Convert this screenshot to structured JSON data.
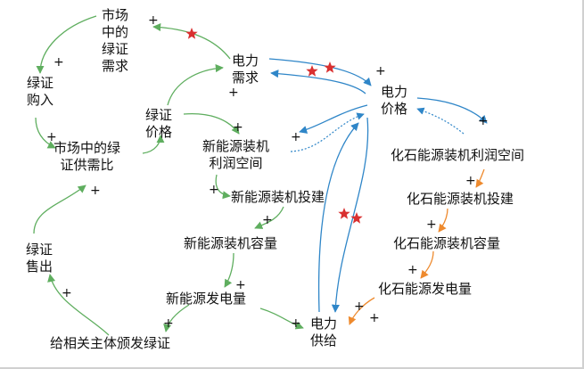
{
  "diagram": {
    "nodes": {
      "market_green_cert_demand": [
        "市场",
        "中的",
        "绿证",
        "需求"
      ],
      "electricity_demand": [
        "电力",
        "需求"
      ],
      "green_cert_purchase": [
        "绿证",
        "购入"
      ],
      "green_cert_price": [
        "绿证",
        "价格"
      ],
      "electricity_price": [
        "电力",
        "价格"
      ],
      "market_supply_demand_ratio": [
        "市场中的绿",
        "证供需比"
      ],
      "new_energy_profit_space": [
        "新能源装机",
        "利润空间"
      ],
      "fossil_profit_space": [
        "化石能源装机利润空间"
      ],
      "new_energy_investment": [
        "新能源装机投建"
      ],
      "fossil_investment": [
        "化石能源装机投建"
      ],
      "new_energy_capacity": [
        "新能源装机容量"
      ],
      "fossil_capacity": [
        "化石能源装机容量"
      ],
      "green_cert_sale": [
        "绿证",
        "售出"
      ],
      "new_energy_generation": [
        "新能源发电量"
      ],
      "fossil_generation": [
        "化石能源发电量"
      ],
      "electricity_supply": [
        "电力",
        "供给"
      ],
      "issue_green_cert": [
        "给相关主体颁发绿证"
      ]
    },
    "polarity_sign": "+",
    "colors": {
      "green_link": "#5fae5f",
      "blue_link": "#2f86c8",
      "orange_link": "#ee8a2e",
      "star": "#d93030",
      "text": "#111111"
    }
  }
}
